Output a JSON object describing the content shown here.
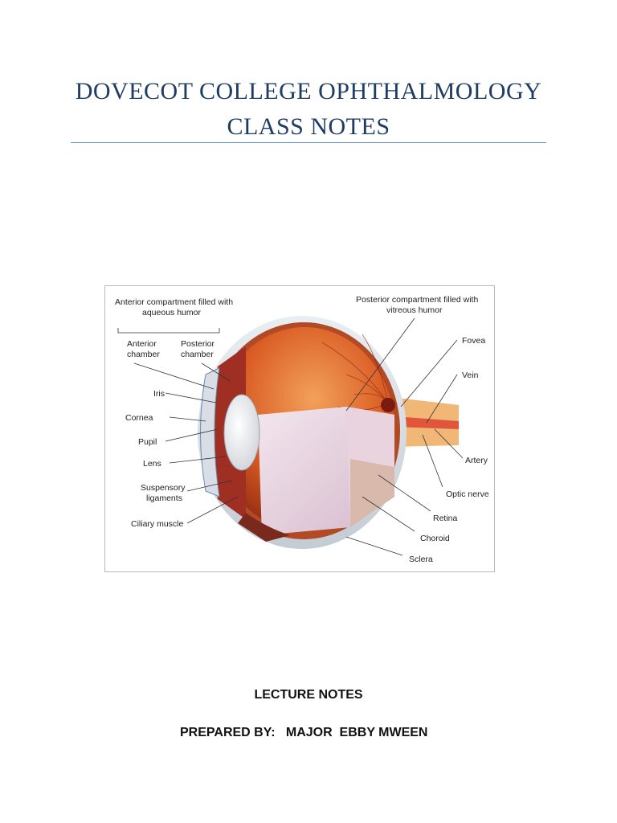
{
  "document": {
    "title_line1": "DOVECOT COLLEGE OPHTHALMOLOGY",
    "title_line2": "CLASS NOTES",
    "subtitle": "LECTURE NOTES",
    "prepared_by_label": "PREPARED BY:",
    "prepared_by_name": "MAJOR  EBBY MWEEN"
  },
  "figure": {
    "labels": {
      "anterior_compartment_1": "Anterior compartment filled with",
      "anterior_compartment_2": "aqueous humor",
      "posterior_compartment_1": "Posterior compartment filled with",
      "posterior_compartment_2": "vitreous humor",
      "anterior_chamber_1": "Anterior",
      "anterior_chamber_2": "chamber",
      "posterior_chamber_1": "Posterior",
      "posterior_chamber_2": "chamber",
      "iris": "Iris",
      "cornea": "Cornea",
      "pupil": "Pupil",
      "lens": "Lens",
      "suspensory_1": "Suspensory",
      "suspensory_2": "ligaments",
      "ciliary": "Ciliary muscle",
      "fovea": "Fovea",
      "vein": "Vein",
      "artery": "Artery",
      "optic_nerve": "Optic nerve",
      "retina": "Retina",
      "choroid": "Choroid",
      "sclera": "Sclera"
    }
  }
}
